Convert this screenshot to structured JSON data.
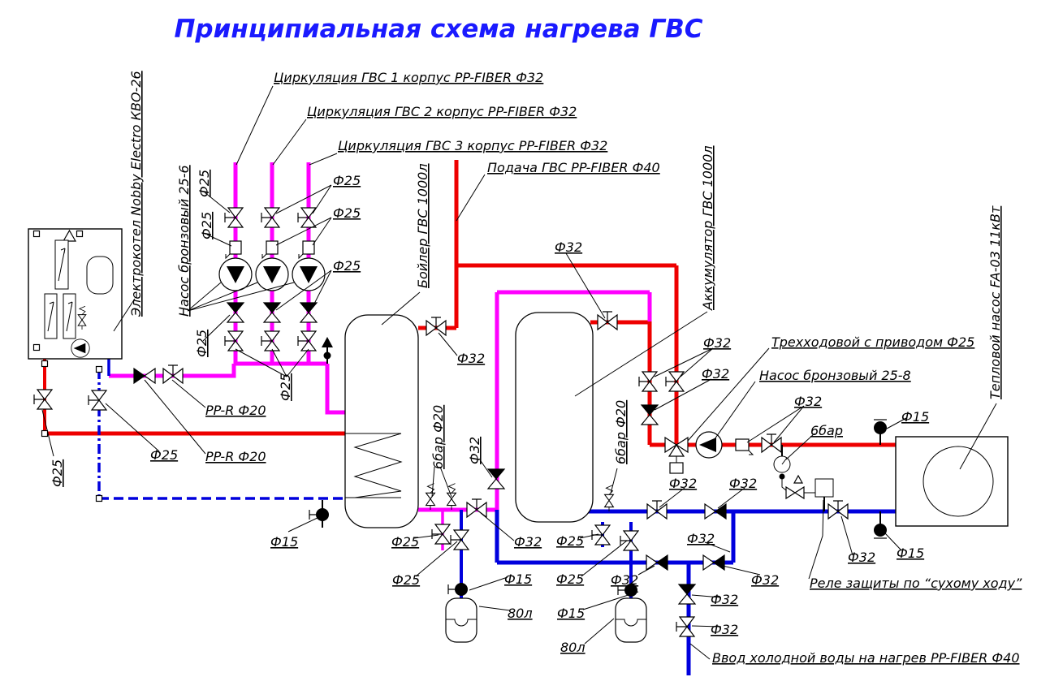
{
  "title": "Принципиальная схема нагрева ГВС",
  "annotations": {
    "circulation_1": "Циркуляция ГВС 1 корпус PP-FIBER Ф32",
    "circulation_2": "Циркуляция ГВС 2 корпус PP-FIBER Ф32",
    "circulation_3": "Циркуляция ГВС 3 корпус PP-FIBER Ф32",
    "supply": "Подача ГВС PP-FIBER Ф40",
    "cold_water_inlet": "Ввод холодной воды на нагрев PP-FIBER Ф40",
    "electric_boiler": "Электрокотел Nobby Electro КВО-26",
    "circulation_pump": "Насос бронзовый 25-6",
    "charge_pump": "Насос бронзовый 25-8",
    "dhw_boiler": "Бойлер ГВС 1000л",
    "accumulator": "Аккумулятор ГВС 1000л",
    "three_way_valve": "Трехходовой с приводом Ф25",
    "heat_pump": "Тепловой насос FA-03 11кВт",
    "dry_run_relay": "Реле защиты по “сухому ходу”"
  },
  "dimensions": {
    "dn15": "Ф15",
    "dn25": "Ф25",
    "dn32": "Ф32",
    "ppr20": "PP-R Ф20",
    "pressure": "6бар",
    "relief20": "6бар Ф20",
    "tank80": "80л"
  },
  "colors": {
    "hot": "#ee0000",
    "cold": "#0000dd",
    "circulation": "#ff00ff",
    "title_text": "#1a1aff"
  }
}
